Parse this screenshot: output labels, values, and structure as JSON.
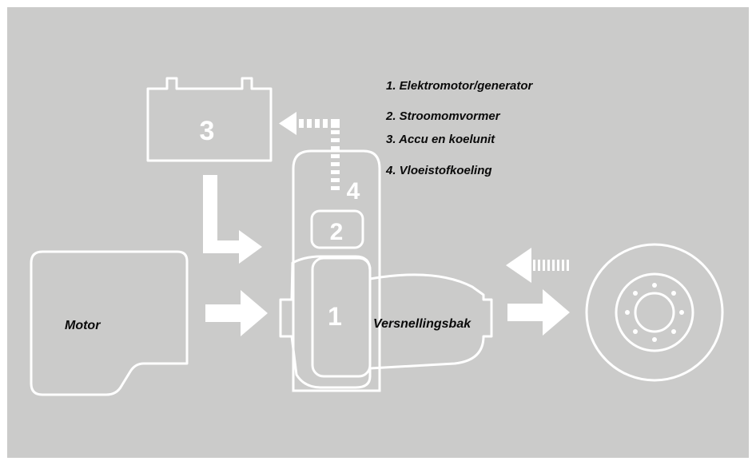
{
  "legend": {
    "item1": "1. Elektromotor/generator",
    "item2": "2. Stroomomvormer",
    "item3": "3. Accu en koelunit",
    "item4": "4. Vloeistofkoeling"
  },
  "labels": {
    "motor": "Motor",
    "gearbox": "Versnellingsbak"
  },
  "numbers": {
    "motor_generator": "1",
    "inverter": "2",
    "battery": "3",
    "cooling": "4"
  },
  "colors": {
    "background": "#cbcbca",
    "lines": "#ffffff",
    "text": "#0a0a0a"
  }
}
